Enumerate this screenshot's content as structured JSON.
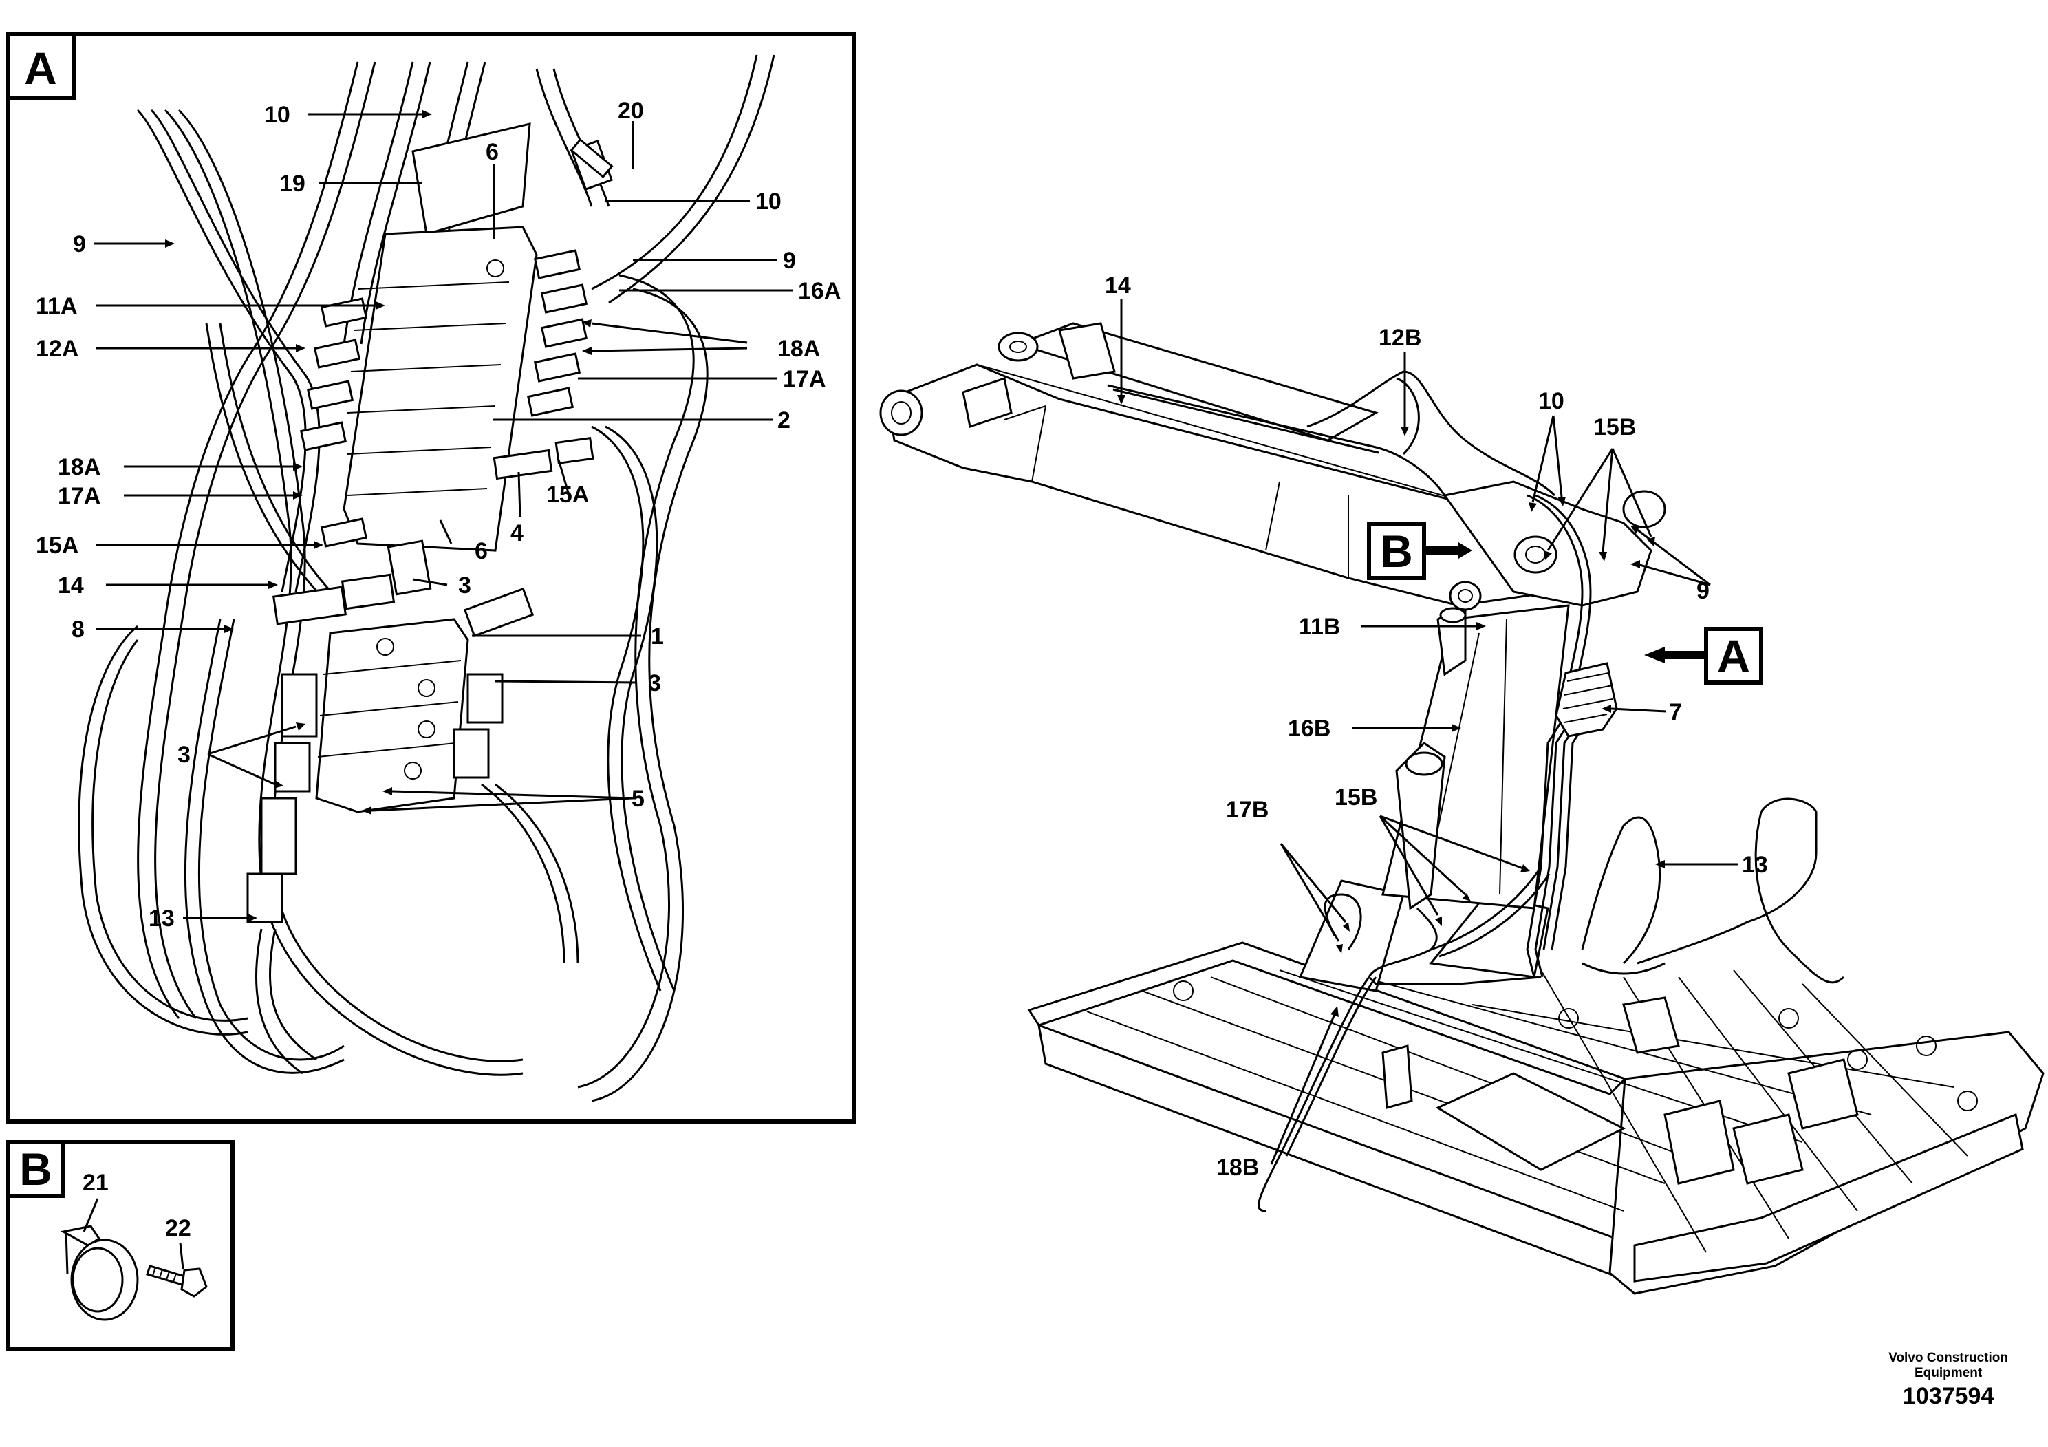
{
  "detail_views": {
    "a": {
      "tag": "A"
    },
    "b": {
      "tag": "B"
    }
  },
  "callouts": {
    "a_10_top": "10",
    "a_20": "20",
    "a_19": "19",
    "a_6_top": "6",
    "a_10_right": "10",
    "a_9_left": "9",
    "a_9_right": "9",
    "a_16A": "16A",
    "a_11A": "11A",
    "a_12A": "12A",
    "a_18A_right": "18A",
    "a_17A_right": "17A",
    "a_2": "2",
    "a_18A_left": "18A",
    "a_17A_left": "17A",
    "a_15A_right": "15A",
    "a_4": "4",
    "a_15A_left": "15A",
    "a_6_mid": "6",
    "a_14": "14",
    "a_3_upper": "3",
    "a_8": "8",
    "a_1": "1",
    "a_3_right": "3",
    "a_3_left": "3",
    "a_5": "5",
    "a_13": "13",
    "b_21": "21",
    "b_22": "22",
    "m_14": "14",
    "m_12B": "12B",
    "m_10": "10",
    "m_15B_top": "15B",
    "m_B": "B",
    "m_9": "9",
    "m_11B": "11B",
    "m_A": "A",
    "m_7": "7",
    "m_16B": "16B",
    "m_17B": "17B",
    "m_15B_low": "15B",
    "m_13": "13",
    "m_18B": "18B"
  },
  "footer": {
    "company_line1": "Volvo Construction",
    "company_line2": "Equipment",
    "drawing_number": "1037594"
  }
}
